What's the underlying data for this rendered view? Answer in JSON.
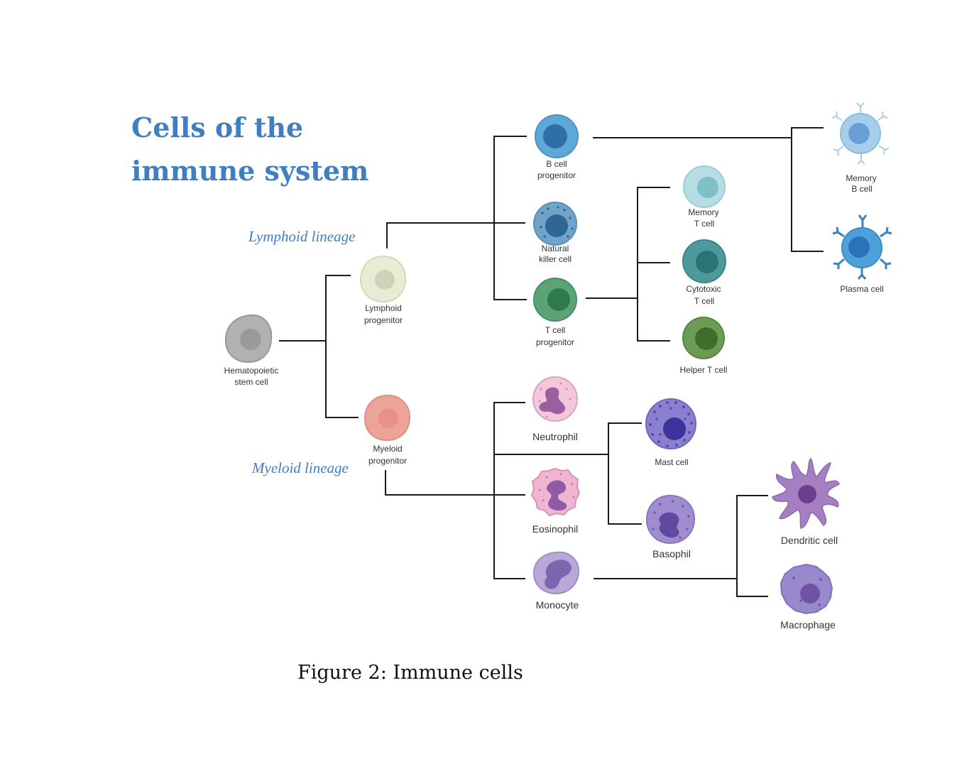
{
  "title": {
    "line1": "Cells of the",
    "line2": "immune system"
  },
  "lineages": {
    "lymphoid": "Lymphoid lineage",
    "myeloid": "Myeloid lineage"
  },
  "labels": {
    "stem": [
      "Hematopoietic",
      "stem cell"
    ],
    "lymphoid_progenitor": [
      "Lymphoid",
      "progenitor"
    ],
    "myeloid_progenitor": [
      "Myeloid",
      "progenitor"
    ],
    "b_cell_progenitor": [
      "B cell",
      "progenitor"
    ],
    "nk_cell": [
      "Natural",
      "killer cell"
    ],
    "t_cell_progenitor": [
      "T cell",
      "progenitor"
    ],
    "memory_t": [
      "Memory",
      "T cell"
    ],
    "cytotoxic_t": [
      "Cytotoxic",
      "T cell"
    ],
    "helper_t": [
      "Helper T cell"
    ],
    "memory_b": [
      "Memory",
      "B cell"
    ],
    "plasma": [
      "Plasma cell"
    ],
    "neutrophil": [
      "Neutrophil"
    ],
    "eosinophil": [
      "Eosinophil"
    ],
    "monocyte": [
      "Monocyte"
    ],
    "mast": [
      "Mast cell"
    ],
    "basophil": [
      "Basophil"
    ],
    "dendritic": [
      "Dendritic cell"
    ],
    "macrophage": [
      "Macrophage"
    ]
  },
  "caption": "Figure 2: Immune cells",
  "colors": {
    "title": "#3f7fc1",
    "stem": "#b3b0b2",
    "lymphoid_progenitor": "#e8ecd4",
    "myeloid_progenitor": "#eea398",
    "b_cell": "#5ea8d8",
    "nk_cell": "#6fa3c7",
    "t_cell": "#5ba375",
    "memory_t": "#b6dde4",
    "cytotoxic_t": "#4d9a9c",
    "helper_t": "#6b9b54",
    "neutrophil": "#f3c6dc",
    "eosinophil": "#f1b5d3",
    "monocyte": "#b8a8d8",
    "mast": "#8b7fd0",
    "basophil": "#a08dcf",
    "dendritic": "#a67ec2",
    "macrophage": "#9a88cd"
  }
}
